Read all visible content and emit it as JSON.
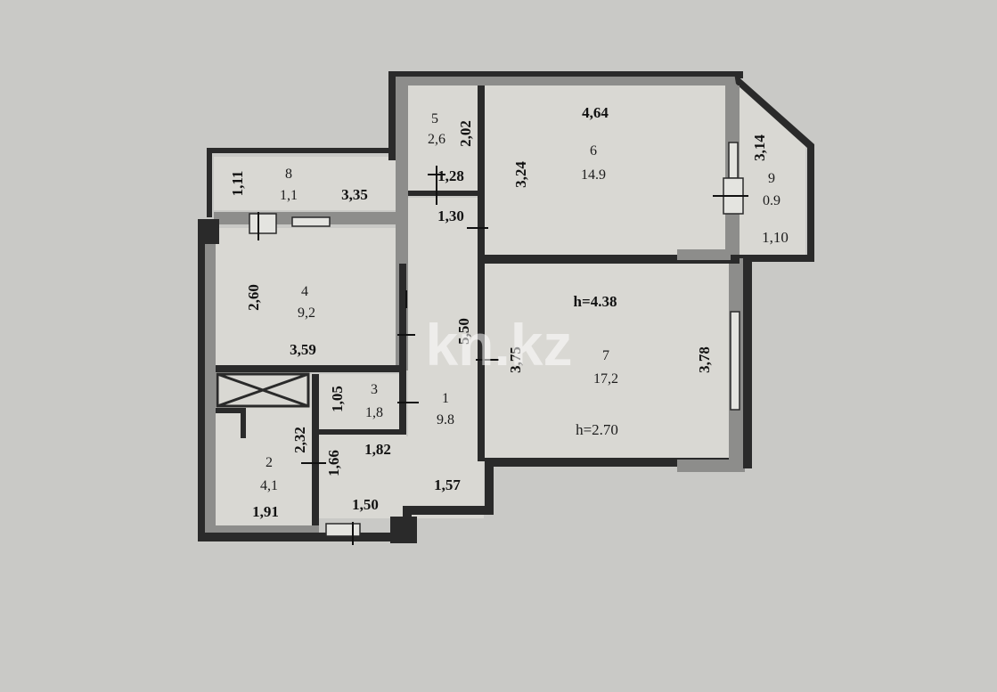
{
  "watermark": "kn.kz",
  "rooms": [
    {
      "id": "1",
      "area": "9.8"
    },
    {
      "id": "2",
      "area": "4,1"
    },
    {
      "id": "3",
      "area": "1,8"
    },
    {
      "id": "4",
      "area": "9,2"
    },
    {
      "id": "5",
      "area": "2,6"
    },
    {
      "id": "6",
      "area": "14.9"
    },
    {
      "id": "7",
      "area": "17,2"
    },
    {
      "id": "8",
      "area": "1,1"
    },
    {
      "id": "9",
      "area": "0.9"
    }
  ],
  "dimensions": {
    "d_4_64": "4,64",
    "d_2_02": "2,02",
    "d_3_24": "3,24",
    "d_1_28": "1,28",
    "d_1_30": "1,30",
    "d_3_14": "3,14",
    "d_1_10": "1,10",
    "d_1_11": "1,11",
    "d_3_35": "3,35",
    "d_2_60": "2,60",
    "d_3_59": "3,59",
    "d_5_50": "5,50",
    "d_3_75": "3,75",
    "d_3_78": "3,78",
    "d_1_05": "1,05",
    "d_2_32": "2,32",
    "d_1_66": "1,66",
    "d_1_82": "1,82",
    "d_1_57": "1,57",
    "d_1_50": "1,50",
    "d_1_91": "1,91"
  },
  "heights": {
    "h_top": "h=4.38",
    "h_bottom": "h=2.70"
  }
}
